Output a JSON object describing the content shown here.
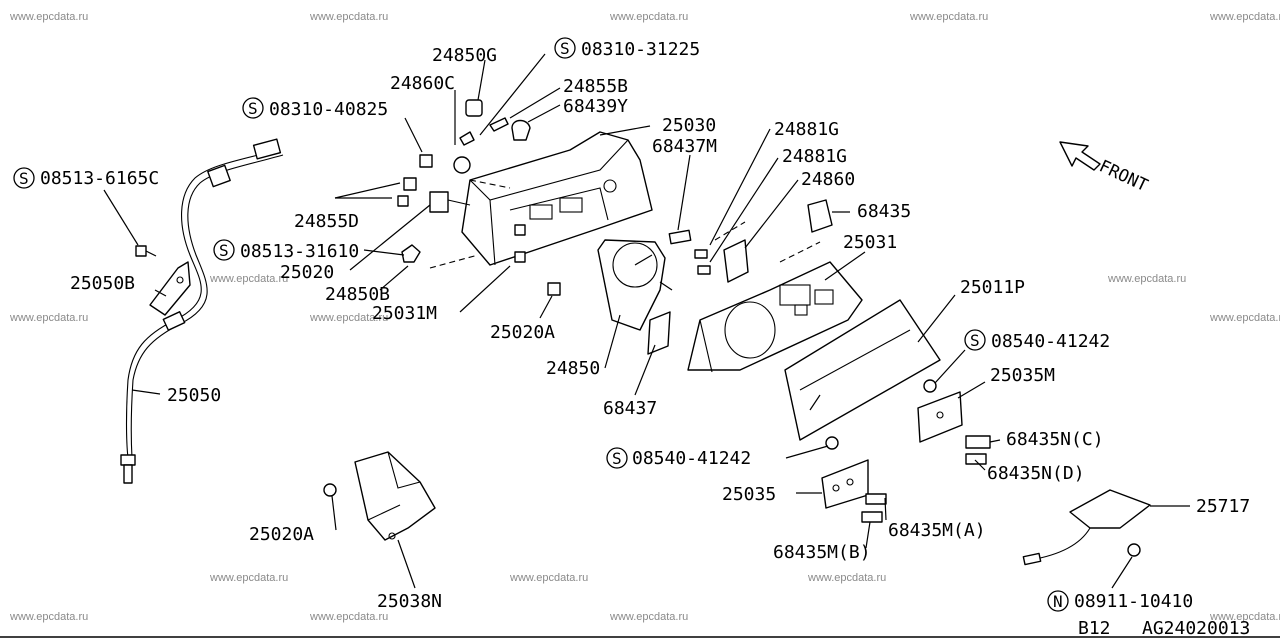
{
  "watermark": "www.epcdata.ru",
  "labels": {
    "p24850G": "24850G",
    "p08310_31225": "08310-31225",
    "p24860C": "24860C",
    "p24855B": "24855B",
    "p68439Y": "68439Y",
    "p08310_40825": "08310-40825",
    "p25030": "25030",
    "p68437M": "68437M",
    "p24881G_1": "24881G",
    "p24881G_2": "24881G",
    "p24860": "24860",
    "p08513_6165C": "08513-6165C",
    "p24855D": "24855D",
    "p08513_31610": "08513-31610",
    "p25020": "25020",
    "p24850B": "24850B",
    "p25031M": "25031M",
    "p25020A_1": "25020A",
    "p68435": "68435",
    "p25031": "25031",
    "p25011P": "25011P",
    "p25050B": "25050B",
    "p08540_41242_1": "08540-41242",
    "p25035M": "25035M",
    "p24850": "24850",
    "p68437": "68437",
    "p25050": "25050",
    "p68435NC": "68435N(C)",
    "p68435ND": "68435N(D)",
    "p08540_41242_2": "08540-41242",
    "p25035": "25035",
    "p25717": "25717",
    "p25020A_2": "25020A",
    "p68435MA": "68435M(A)",
    "p68435MB": "68435M(B)",
    "p25038N": "25038N",
    "p08911_10410": "08911-10410"
  },
  "symbols": {
    "standard": "S",
    "nut": "N"
  },
  "front_label": "FRONT",
  "footer": {
    "page": "B12",
    "code": "AG24020013"
  }
}
